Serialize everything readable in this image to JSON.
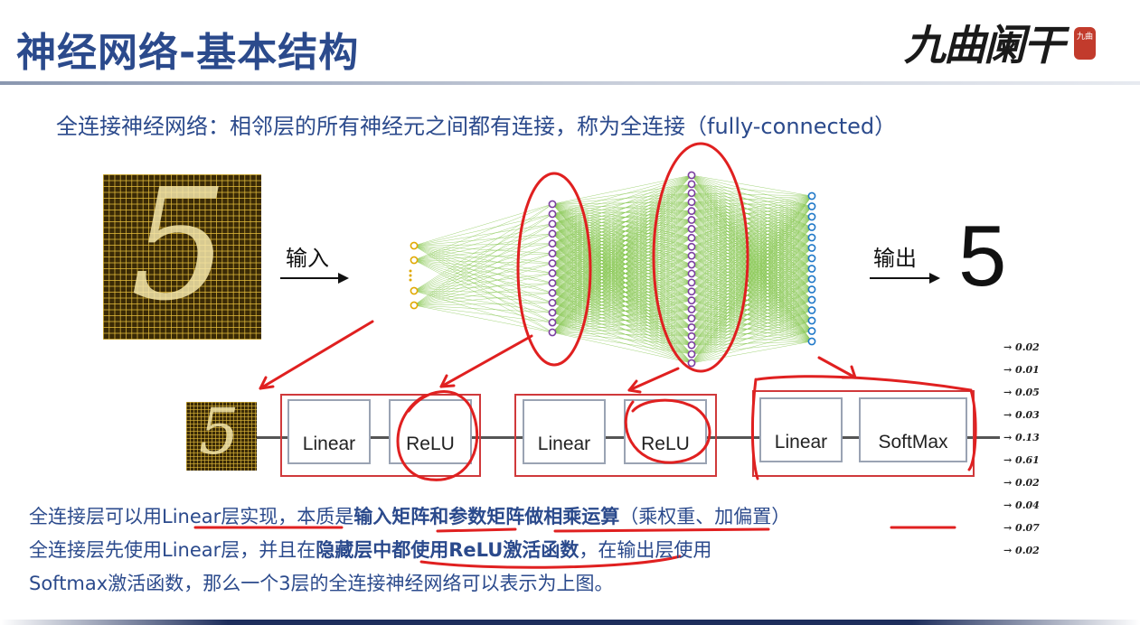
{
  "slide": {
    "title": "神经网络-基本结构",
    "logo_text": "九曲阑干",
    "logo_seal": "九曲"
  },
  "intro": "全连接神经网络：相邻层的所有神经元之间都有连接，称为全连接（fully-connected）",
  "diagram": {
    "input_label": "输入",
    "output_label": "输出",
    "output_digit": "5",
    "input_digit_glyph": "5",
    "layers": [
      {
        "label": "Linear"
      },
      {
        "label": "ReLU"
      },
      {
        "label": "Linear"
      },
      {
        "label": "ReLU"
      },
      {
        "label": "Linear"
      },
      {
        "label": "SoftMax"
      }
    ],
    "probabilities": [
      "0.02",
      "0.01",
      "0.05",
      "0.03",
      "0.13",
      "0.61",
      "0.02",
      "0.04",
      "0.07",
      "0.02"
    ],
    "prob_arrow": "→"
  },
  "notes": {
    "line1": {
      "a": "全连接层可以用",
      "b": "Linear层实现",
      "c": "，本质是",
      "d": "输入矩阵和参数矩阵做相乘运算",
      "e": "（乘权重、",
      "f": "加偏置",
      "g": "）"
    },
    "line2": {
      "a": "全连接层先使用Linear层，并且在",
      "b": "隐藏层中都使用ReLU激活函数",
      "c": "，在输出层使用"
    },
    "line3": "Softmax激活函数，那么一个3层的全连接神经网络可以表示为上图。"
  },
  "colors": {
    "title": "#2b4a8c",
    "text": "#2b4a8c",
    "edges": "#7cc242",
    "input_nodes": "#e0a800",
    "hidden_nodes": "#7b3fa0",
    "output_nodes": "#1f78c8",
    "annotation": "#e02020",
    "group_box": "#d0393b"
  }
}
